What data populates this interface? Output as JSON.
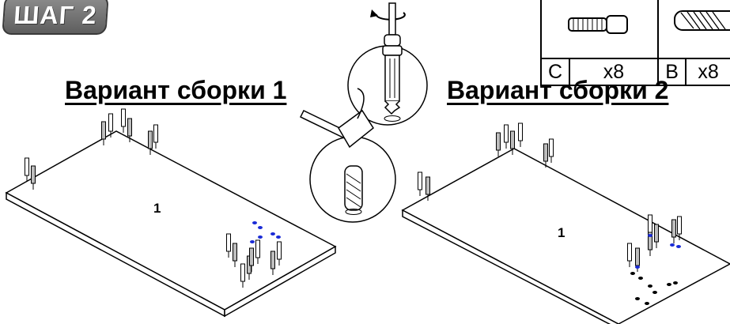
{
  "step": {
    "label": "ШАГ 2"
  },
  "parts": {
    "items": [
      {
        "letter": "C",
        "qty": "x8",
        "icon": "confirmat-screw-icon"
      },
      {
        "letter": "B",
        "qty": "x8",
        "icon": "wooden-dowel-icon"
      }
    ]
  },
  "variants": [
    {
      "title": "Вариант сборки 1",
      "panel_label": "1"
    },
    {
      "title": "Вариант сборки 2",
      "panel_label": "1"
    }
  ],
  "tools": {
    "screwdriver": {
      "icon": "screwdriver-icon",
      "action_icon": "rotate-clockwise-icon"
    },
    "hammer": {
      "icon": "hammer-icon"
    }
  },
  "colors": {
    "accent_dots": "#1a2bd6",
    "ink": "#000000",
    "badge": "#777777"
  }
}
